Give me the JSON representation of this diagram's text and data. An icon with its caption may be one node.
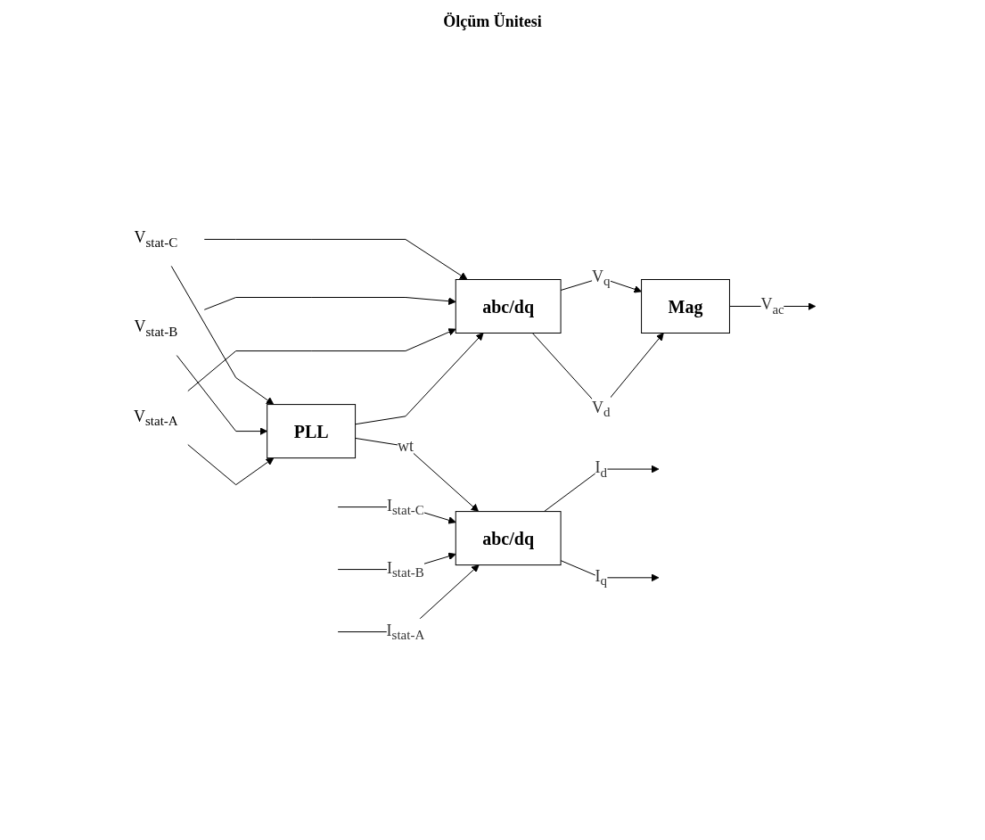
{
  "diagram": {
    "title": "Ölçüm Ünitesi",
    "nodes": [
      {
        "text": [
          "abc/dq"
        ]
      },
      {
        "text": [
          "V$_{stat-A}$"
        ]
      },
      {
        "text": [
          "V$_{stat-B}$"
        ]
      },
      {
        "text": [
          "V$_{stat-C}$"
        ]
      },
      {
        "text": [
          "PLL"
        ]
      },
      {
        "text": [
          "abc/dq"
        ]
      },
      {
        "text": [
          "Mag"
        ]
      }
    ],
    "edges": [
      {
        "from": null,
        "to": 0,
        "arrow": "to",
        "label": "I$_{stat-A}$"
      },
      {
        "from": null,
        "to": 0,
        "arrow": "to",
        "label": "I$_{stat-B}$"
      },
      {
        "from": null,
        "to": 0,
        "arrow": "to",
        "label": "I$_{stat-C}$"
      },
      {
        "from": 0,
        "to": null,
        "arrow": "to",
        "label": "I$_{d}$"
      },
      {
        "from": 0,
        "to": null,
        "arrow": "to",
        "label": "I$_{q}$"
      },
      {
        "from": 1,
        "to": 4,
        "arrow": "to"
      },
      {
        "from": 2,
        "to": 4,
        "arrow": "to"
      },
      {
        "from": 3,
        "to": 4,
        "arrow": "to"
      },
      {
        "from": 4,
        "to": 0,
        "arrow": "to",
        "label": "wt"
      },
      {
        "from": 4,
        "to": 5,
        "arrow": "to"
      },
      {
        "from": 1,
        "to": 5,
        "arrow": "to"
      },
      {
        "from": 2,
        "to": 5,
        "arrow": "to"
      },
      {
        "from": 3,
        "to": 5,
        "arrow": "to"
      },
      {
        "from": 5,
        "to": 6,
        "arrow": "to",
        "label": "V$_{d}$"
      },
      {
        "from": 5,
        "to": 6,
        "arrow": "to",
        "label": "V$_{q}$"
      },
      {
        "from": 6,
        "to": null,
        "arrow": "to",
        "label": "V$_{ac}$"
      }
    ]
  }
}
